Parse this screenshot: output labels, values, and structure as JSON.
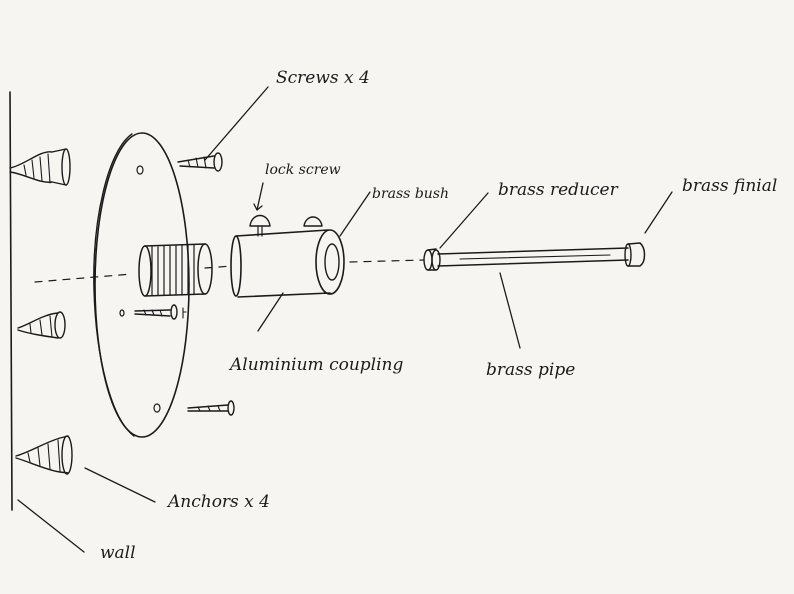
{
  "labels": {
    "screws": "Screws x 4",
    "lock_screw": "lock screw",
    "brass_bush": "brass bush",
    "brass_reducer": "brass reducer",
    "brass_finial": "brass finial",
    "aluminium_coupling": "Aluminium coupling",
    "brass_pipe": "brass pipe",
    "anchors": "Anchors x 4",
    "wall": "wall"
  },
  "colors": {
    "ink": "#1b1b1b",
    "paper": "#f6f5f1"
  }
}
